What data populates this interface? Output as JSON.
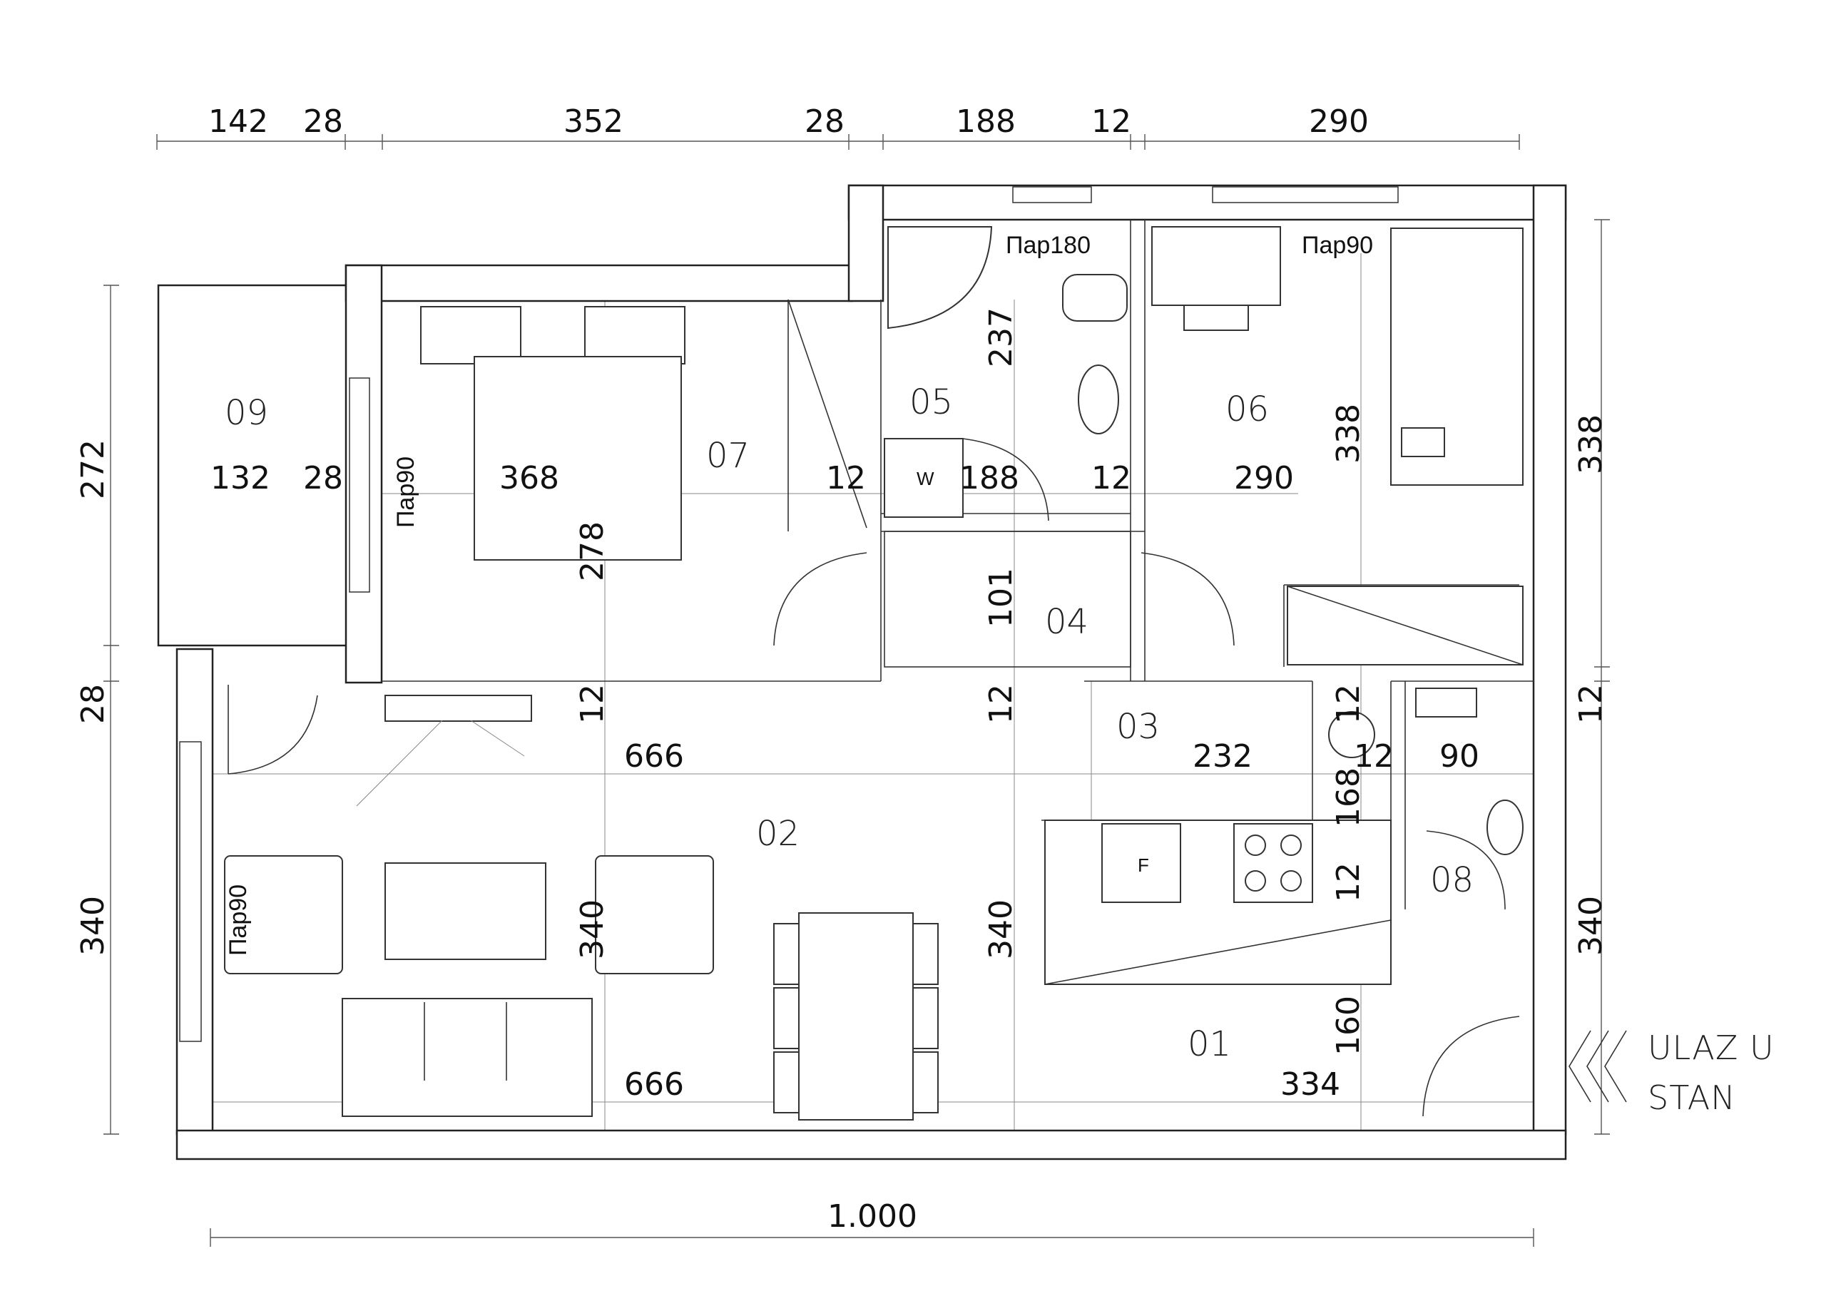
{
  "dims_top": [
    "142",
    "28",
    "352",
    "28",
    "188",
    "12",
    "290"
  ],
  "dims_left": [
    "272",
    "28",
    "340"
  ],
  "dims_right": [
    "338",
    "12",
    "340"
  ],
  "dim_bottom": "1.000",
  "rooms": {
    "r01": "01",
    "r02": "02",
    "r03": "03",
    "r04": "04",
    "r05": "05",
    "r06": "06",
    "r07": "07",
    "r08": "08",
    "r09": "09"
  },
  "interior_dims": {
    "r09_w": "132",
    "w28a": "28",
    "r07_w": "368",
    "w12a": "12",
    "r05_w": "188",
    "w12b": "12",
    "r06_w": "290",
    "r07_h": "278",
    "r05_h": "237",
    "r06_h": "338",
    "r04_h": "101",
    "c12a": "12",
    "c12b": "12",
    "c12c": "12",
    "r02_w": "666",
    "r03_w": "232",
    "c12d": "12",
    "r08_w": "90",
    "r03_h": "168",
    "c12e": "12",
    "r02_h_a": "340",
    "r02_h_b": "340",
    "r01_h": "160",
    "r02_w_b": "666",
    "r01_w": "334"
  },
  "door_labels": {
    "balcony": "Пар90",
    "bath": "Пар180",
    "bedroom2": "Пар90",
    "living": "Пар90"
  },
  "fixtures": {
    "washer": "W",
    "fridge": "F"
  },
  "entrance": {
    "line1": "ULAZ U",
    "line2": "STAN"
  }
}
